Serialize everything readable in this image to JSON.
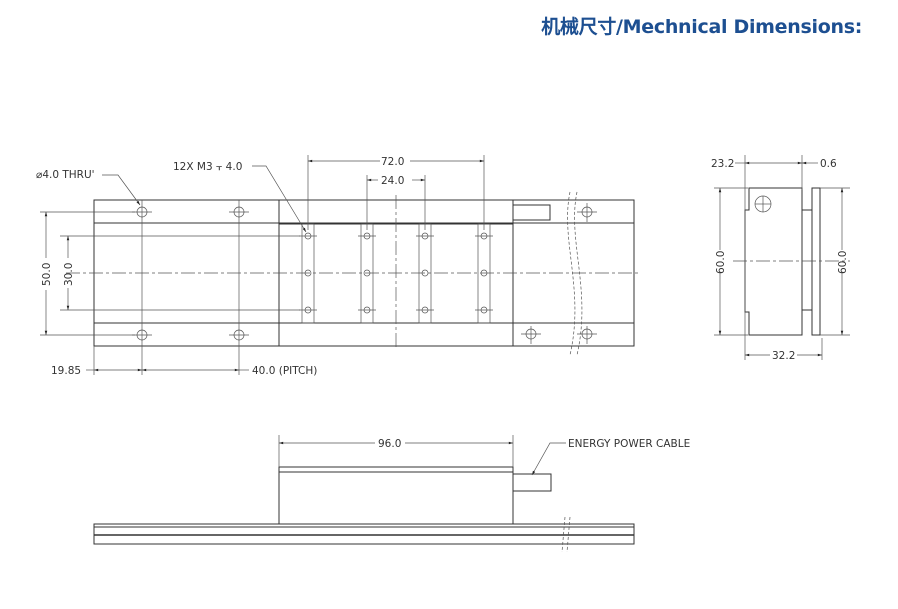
{
  "header": {
    "title": "机械尺寸/Mechnical Dimensions:",
    "title_color": "#1d4f91"
  },
  "top_view": {
    "callouts": {
      "thru_hole": "⌀4.0 THRU'",
      "tapped_holes": "12X M3 ⫟ 4.0"
    },
    "dimensions": {
      "span_72": "72.0",
      "span_24": "24.0",
      "height_50": "50.0",
      "height_30": "30.0",
      "offset_19_85": "19.85",
      "pitch": "40.0 (PITCH)"
    }
  },
  "side_view": {
    "dimensions": {
      "width_23_2": "23.2",
      "gap_0_6": "0.6",
      "height_left": "60.0",
      "height_right": "60.0",
      "width_32_2": "32.2"
    }
  },
  "front_view": {
    "dimensions": {
      "length_96": "96.0"
    },
    "callouts": {
      "cable": "ENERGY POWER CABLE"
    }
  }
}
